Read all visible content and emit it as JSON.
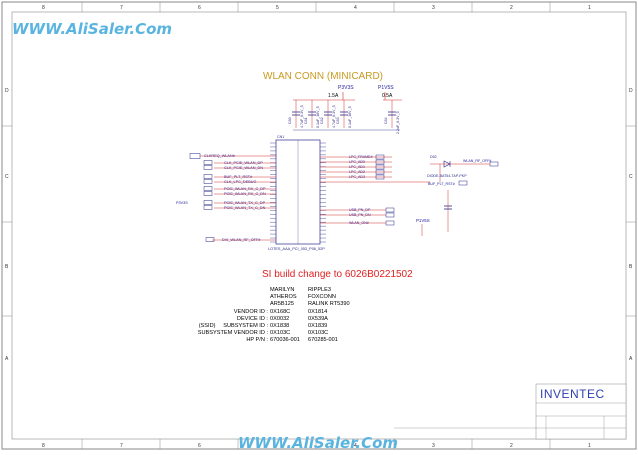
{
  "watermark": {
    "top": "WWW.AliSaler.Com",
    "bottom": "WWW.AliSaler.Com"
  },
  "title": "WLAN CONN (MINICARD)",
  "si_note": "SI build change to 6026B0221502",
  "brand": "INVENTEC",
  "border": {
    "columns": [
      "8",
      "7",
      "6",
      "5",
      "4",
      "3",
      "2",
      "1"
    ],
    "rows": [
      "D",
      "C",
      "B",
      "A"
    ]
  },
  "power": {
    "p3v3s_top": "P3V3S",
    "p1v5s_top": "P1V5S",
    "current_3v3": "1.5A",
    "current_1v5": "0.5A",
    "p3v3s_left": "P3V3S",
    "p1v5s_right": "P1V5S"
  },
  "caps": [
    {
      "ref": "C60",
      "val": "4.7uF_6.3V_5"
    },
    {
      "ref": "C61",
      "val": "0.1uF_16V_5"
    },
    {
      "ref": "C62",
      "val": "4.7uF_6.3V_5"
    },
    {
      "ref": "C63",
      "val": "0.1uF_16V_5"
    },
    {
      "ref": "C64",
      "val": "2.2uF_6.3V_5"
    }
  ],
  "connector": {
    "ref": "CN1",
    "part": "LOTES_AAA_PCI_053_P06_52P",
    "left_signals": [
      "CLKREQ_WLAN#",
      "CLK_PCIE_WLAN_DP",
      "CLK_PCIE_WLAN_DN",
      "BUF_PLT_RST#",
      "CLK_LPC_DEBUG",
      "PCIE_WLAN_RX_C_DP",
      "PCIE_WLAN_RX_C_DN",
      "PCIE_WLAN_TX_C_DP",
      "PCIE_WLAN_TX_C_DN",
      "DVI_WLAN_RF_OFF#"
    ],
    "right_signals": [
      "LPC_FRAME#",
      "LPC_AD0",
      "LPC_AD1",
      "LPC_AD2",
      "LPC_AD3",
      "USB_PN_DP",
      "USB_PN_DN",
      "WLAN_ON#"
    ]
  },
  "diode": {
    "ref": "D52",
    "part": "DIODE-BAT54-TAP-PKP"
  },
  "rf_net": "WLAN_RF_OFF#",
  "plt_net": "BUF_PLT_RST#",
  "id_table": {
    "header": {
      "a": "MARILYN",
      "b": "RIPPLE3"
    },
    "vendors": [
      {
        "a": "ATHEROS",
        "b": "FOXCONN"
      },
      {
        "a": "AR5B125",
        "b": "RALINK RT5390"
      }
    ],
    "rows": [
      {
        "label": "VENDOR ID :",
        "a": "0X168C",
        "b": "0X1814"
      },
      {
        "label": "DEVICE ID :",
        "a": "0X0032",
        "b": "0X539A"
      },
      {
        "label": "(SSID)     SUBSYSTEM ID :",
        "a": "0X1838",
        "b": "0X1839"
      },
      {
        "label": "SUBSYSTEM VENDOR ID :",
        "a": "0X103C",
        "b": "0X103C"
      },
      {
        "label": "HP P/N :",
        "a": "670036-001",
        "b": "670285-001"
      }
    ]
  },
  "colors": {
    "frame": "#8a8a8a",
    "wire": "#d03030",
    "component": "#2a2a8a",
    "net_label": "#2020a0",
    "title": "#c89a20",
    "note": "#e02020",
    "brand": "#3040b0",
    "watermark": "#5ab4e0"
  }
}
